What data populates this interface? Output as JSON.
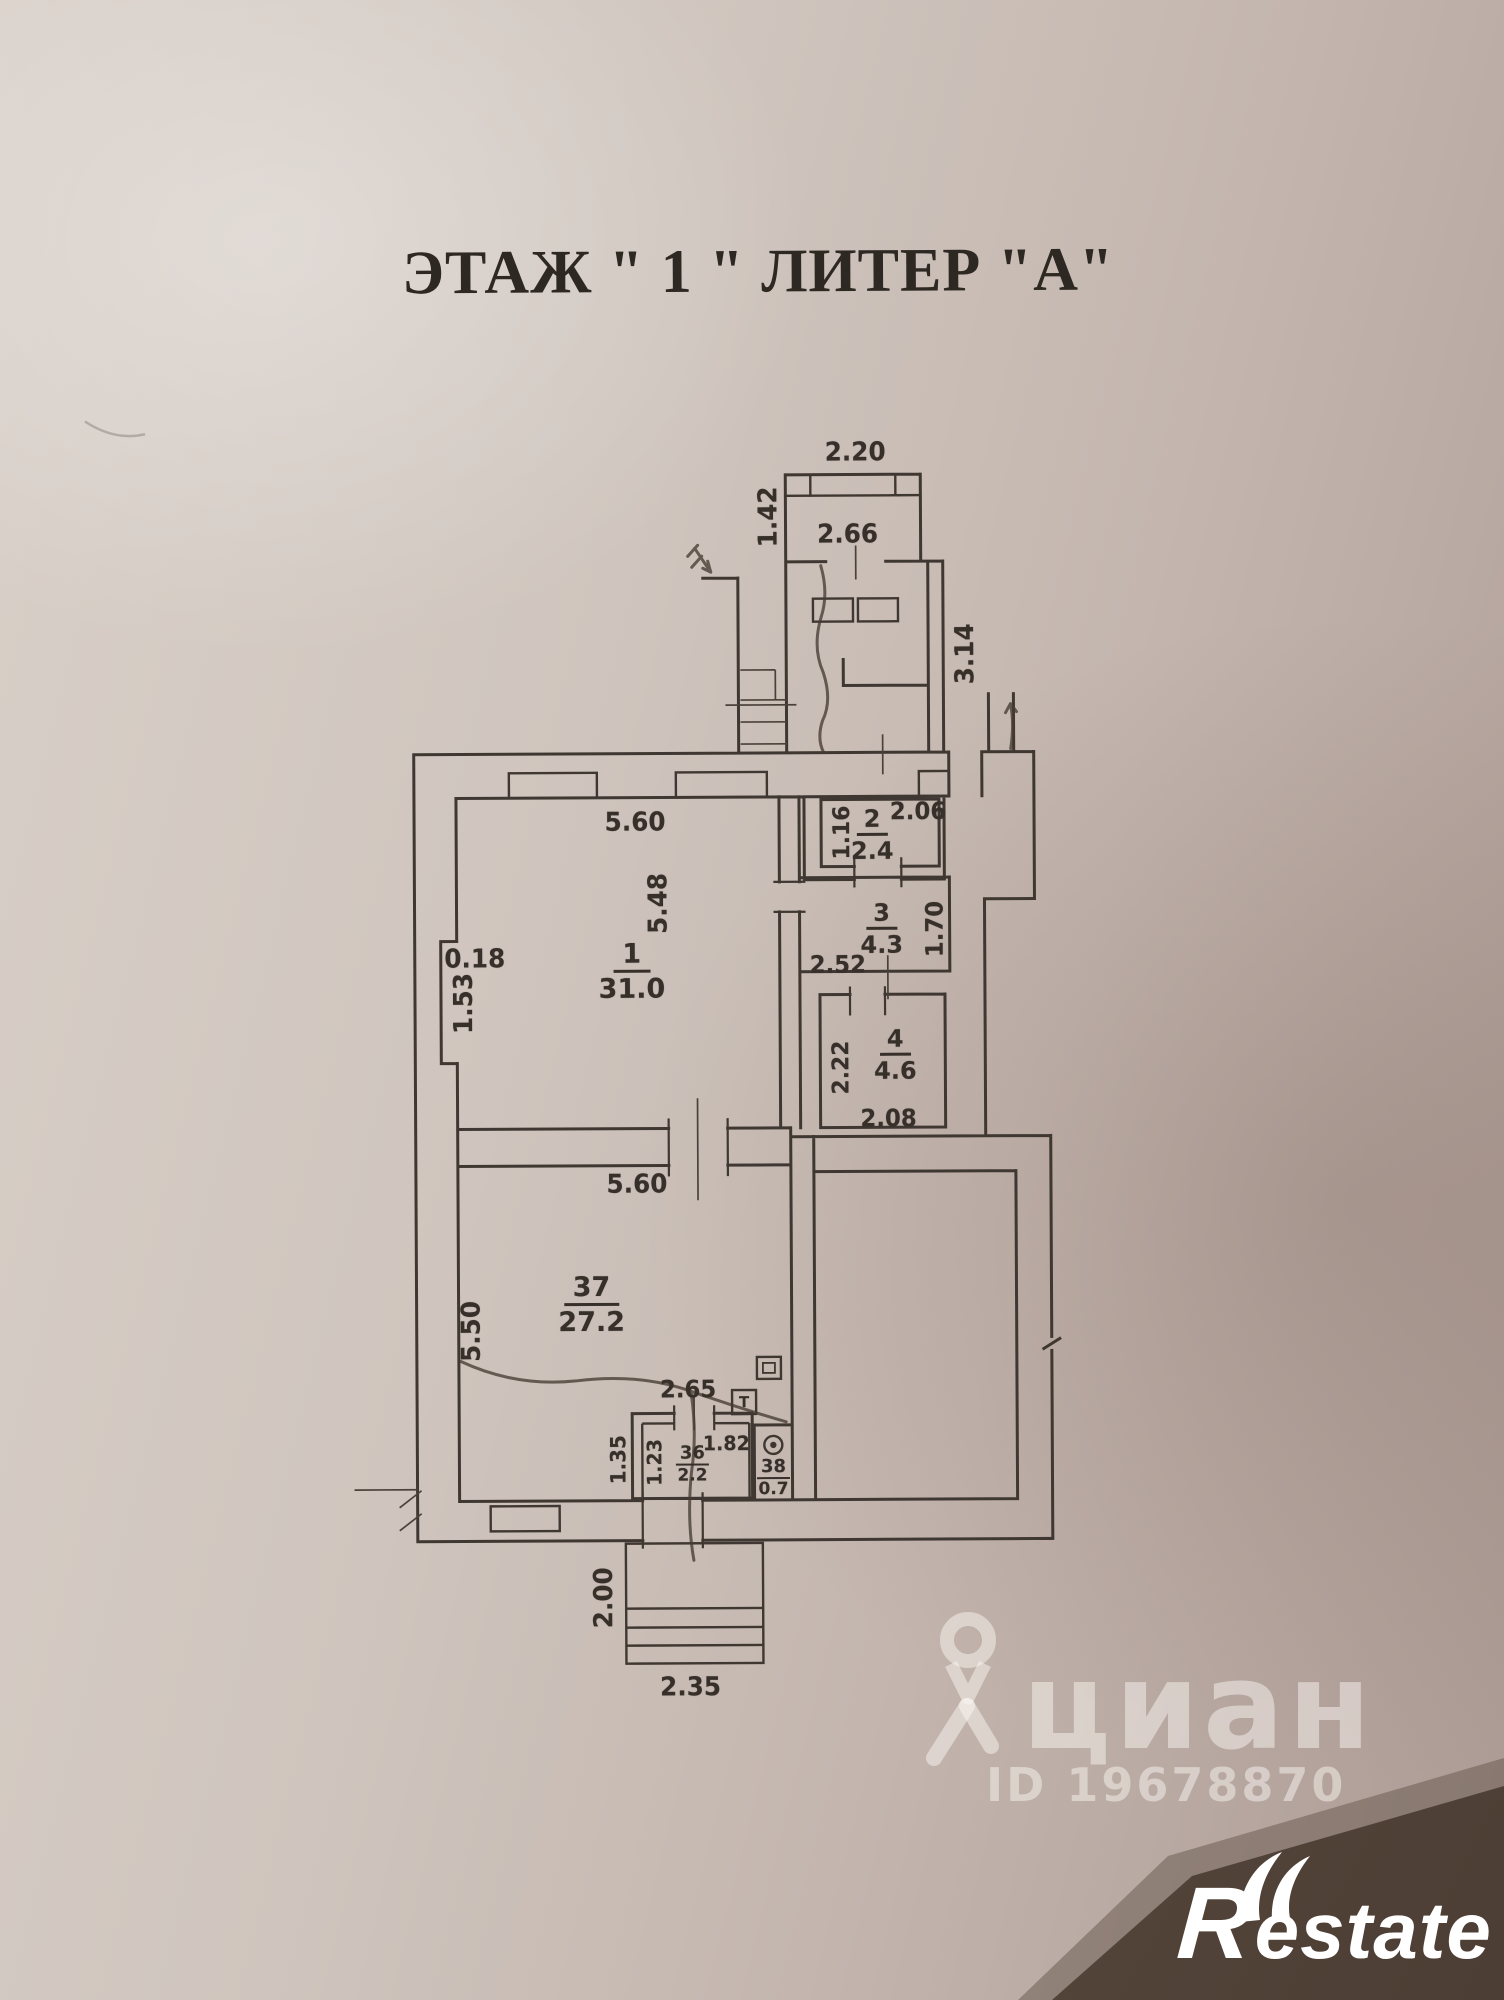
{
  "title": "ЭТАЖ \" 1 \"  ЛИТЕР \"А\"",
  "plan": {
    "dims": [
      {
        "text": "2.20"
      },
      {
        "text": "1.42"
      },
      {
        "text": "2.66"
      },
      {
        "text": "3.14"
      },
      {
        "text": "5.60"
      },
      {
        "text": "5.48"
      },
      {
        "text": "0.18"
      },
      {
        "text": "1.53"
      },
      {
        "text": "1.16"
      },
      {
        "text": "2.06"
      },
      {
        "text": "1.70"
      },
      {
        "text": "2.52"
      },
      {
        "text": "2.22"
      },
      {
        "text": "2.08"
      },
      {
        "text": "5.60"
      },
      {
        "text": "5.50"
      },
      {
        "text": "2.65"
      },
      {
        "text": "1.35"
      },
      {
        "text": "1.23"
      },
      {
        "text": "1.82"
      },
      {
        "text": "2.00"
      },
      {
        "text": "2.35"
      }
    ],
    "rooms": [
      {
        "number": "1",
        "area": "31.0"
      },
      {
        "number": "2",
        "area": "2.4"
      },
      {
        "number": "3",
        "area": "4.3"
      },
      {
        "number": "4",
        "area": "4.6"
      },
      {
        "number": "37",
        "area": "27.2"
      },
      {
        "number": "36",
        "area": "2.2"
      },
      {
        "number": "38",
        "area": "0.7"
      }
    ],
    "symbols": {
      "tank_label": "Т"
    }
  },
  "watermark": {
    "brand": "циан",
    "id_label": "ID 19678870"
  },
  "footer_logo": {
    "letter": "R",
    "rest": "estate"
  },
  "colors": {
    "ink": "#3f3731",
    "paper": "#cdc1ba",
    "pen": "#473c33",
    "watermark": "rgba(252,248,244,0.48)",
    "photo_shadow": "#5c4c41",
    "logo_text": "#ffffff"
  }
}
